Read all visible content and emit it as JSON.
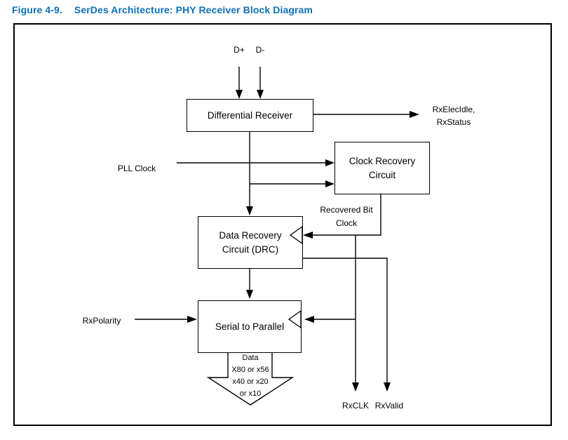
{
  "figure": {
    "label": "Figure 4-9.",
    "title": "SerDes Architecture: PHY Receiver Block Diagram"
  },
  "blocks": {
    "differential_receiver": "Differential Receiver",
    "clock_recovery_line1": "Clock Recovery",
    "clock_recovery_line2": "Circuit",
    "drc_line1": "Data Recovery",
    "drc_line2": "Circuit (DRC)",
    "serial_to_parallel": "Serial to Parallel"
  },
  "labels": {
    "d_plus": "D+",
    "d_minus": "D-",
    "rx_elec_idle": "RxElecIdle,",
    "rx_status": "RxStatus",
    "pll_clock": "PLL Clock",
    "recovered_bit_line1": "Recovered Bit",
    "recovered_bit_line2": "Clock",
    "rx_polarity": "RxPolarity",
    "data_line1": "Data",
    "data_line2": "X80 or x56",
    "data_line3": "x40 or x20",
    "data_line4": "or x10",
    "rx_clk": "RxCLK",
    "rx_valid": "RxValid"
  },
  "colors": {
    "title_blue": "#0e70b8",
    "line": "#000000",
    "background": "#ffffff"
  }
}
